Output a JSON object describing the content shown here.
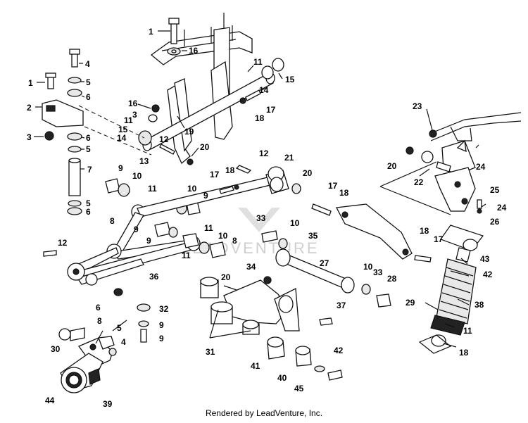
{
  "diagram": {
    "watermark": "LEADVENTURE",
    "callouts": [
      {
        "id": "c1a",
        "text": "1"
      },
      {
        "id": "c16a",
        "text": "16"
      },
      {
        "id": "c11a",
        "text": "11"
      },
      {
        "id": "c15a",
        "text": "15"
      },
      {
        "id": "c14a",
        "text": "14"
      },
      {
        "id": "c17a",
        "text": "17"
      },
      {
        "id": "c18a",
        "text": "18"
      },
      {
        "id": "c4a",
        "text": "4"
      },
      {
        "id": "c1b",
        "text": "1"
      },
      {
        "id": "c5a",
        "text": "5"
      },
      {
        "id": "c6a",
        "text": "6"
      },
      {
        "id": "c2",
        "text": "2"
      },
      {
        "id": "c16b",
        "text": "16"
      },
      {
        "id": "c3a",
        "text": "3"
      },
      {
        "id": "c11b",
        "text": "11"
      },
      {
        "id": "c15b",
        "text": "15"
      },
      {
        "id": "c14b",
        "text": "14"
      },
      {
        "id": "c19",
        "text": "19"
      },
      {
        "id": "c3b",
        "text": "3"
      },
      {
        "id": "c6b",
        "text": "6"
      },
      {
        "id": "c5b",
        "text": "5"
      },
      {
        "id": "c13",
        "text": "13"
      },
      {
        "id": "c12a",
        "text": "12"
      },
      {
        "id": "c20a",
        "text": "20"
      },
      {
        "id": "c7",
        "text": "7"
      },
      {
        "id": "c9a",
        "text": "9"
      },
      {
        "id": "c10a",
        "text": "10"
      },
      {
        "id": "c12b",
        "text": "12"
      },
      {
        "id": "c21",
        "text": "21"
      },
      {
        "id": "c17b",
        "text": "17"
      },
      {
        "id": "c18b",
        "text": "18"
      },
      {
        "id": "c20b",
        "text": "20"
      },
      {
        "id": "c23",
        "text": "23"
      },
      {
        "id": "c20c",
        "text": "20"
      },
      {
        "id": "c24a",
        "text": "24"
      },
      {
        "id": "c22",
        "text": "22"
      },
      {
        "id": "c25",
        "text": "25"
      },
      {
        "id": "c24b",
        "text": "24"
      },
      {
        "id": "c26",
        "text": "26"
      },
      {
        "id": "c11c",
        "text": "11"
      },
      {
        "id": "c10b",
        "text": "10"
      },
      {
        "id": "c9b",
        "text": "9"
      },
      {
        "id": "c5c",
        "text": "5"
      },
      {
        "id": "c6c",
        "text": "6"
      },
      {
        "id": "c8a",
        "text": "8"
      },
      {
        "id": "c17c",
        "text": "17"
      },
      {
        "id": "c18c",
        "text": "18"
      },
      {
        "id": "c33a",
        "text": "33"
      },
      {
        "id": "c10c",
        "text": "10"
      },
      {
        "id": "c9c",
        "text": "9"
      },
      {
        "id": "c11d",
        "text": "11"
      },
      {
        "id": "c10d",
        "text": "10"
      },
      {
        "id": "c35",
        "text": "35"
      },
      {
        "id": "c18d",
        "text": "18"
      },
      {
        "id": "c17d",
        "text": "17"
      },
      {
        "id": "c12c",
        "text": "12"
      },
      {
        "id": "c9d",
        "text": "9"
      },
      {
        "id": "c8b",
        "text": "8"
      },
      {
        "id": "c11e",
        "text": "11"
      },
      {
        "id": "c27",
        "text": "27"
      },
      {
        "id": "c43",
        "text": "43"
      },
      {
        "id": "c36",
        "text": "36"
      },
      {
        "id": "c34",
        "text": "34"
      },
      {
        "id": "c10e",
        "text": "10"
      },
      {
        "id": "c33b",
        "text": "33"
      },
      {
        "id": "c28",
        "text": "28"
      },
      {
        "id": "c42a",
        "text": "42"
      },
      {
        "id": "c20d",
        "text": "20"
      },
      {
        "id": "c6d",
        "text": "6"
      },
      {
        "id": "c32",
        "text": "32"
      },
      {
        "id": "c29",
        "text": "29"
      },
      {
        "id": "c38",
        "text": "38"
      },
      {
        "id": "c37",
        "text": "37"
      },
      {
        "id": "c8c",
        "text": "8"
      },
      {
        "id": "c5d",
        "text": "5"
      },
      {
        "id": "c9e",
        "text": "9"
      },
      {
        "id": "c4b",
        "text": "4"
      },
      {
        "id": "c9f",
        "text": "9"
      },
      {
        "id": "c30",
        "text": "30"
      },
      {
        "id": "c11f",
        "text": "11"
      },
      {
        "id": "c31",
        "text": "31"
      },
      {
        "id": "c18e",
        "text": "18"
      },
      {
        "id": "c42b",
        "text": "42"
      },
      {
        "id": "c41",
        "text": "41"
      },
      {
        "id": "c40",
        "text": "40"
      },
      {
        "id": "c45",
        "text": "45"
      },
      {
        "id": "c44",
        "text": "44"
      },
      {
        "id": "c39",
        "text": "39"
      }
    ]
  },
  "footer": {
    "credit": "Rendered by LeadVenture, Inc."
  }
}
